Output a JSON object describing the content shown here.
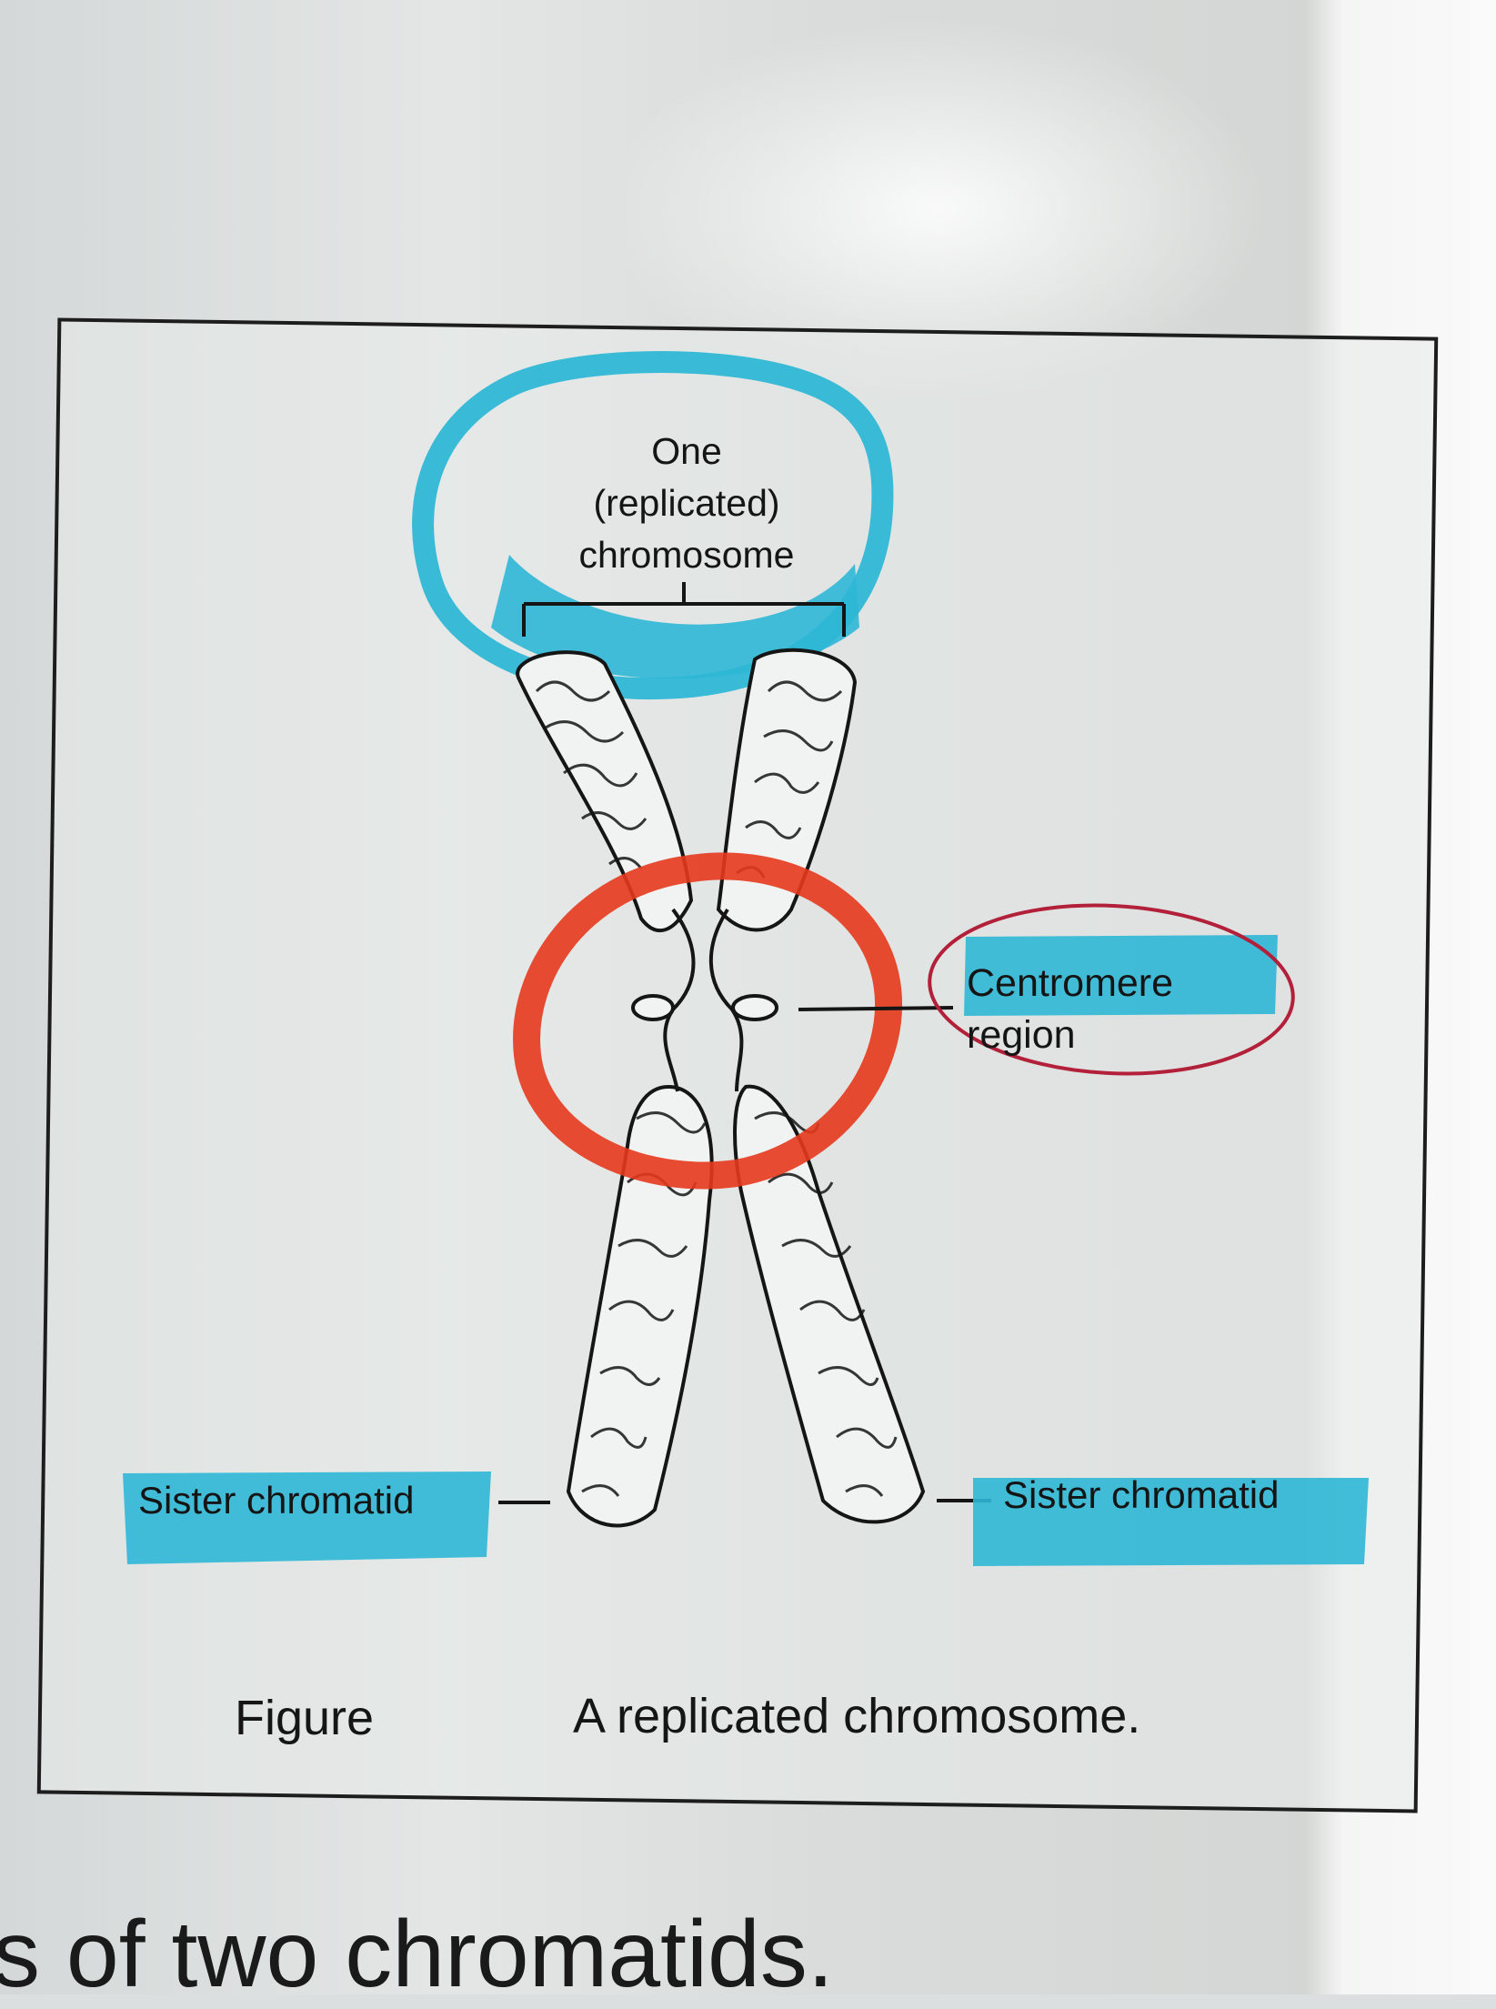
{
  "diagram": {
    "title_lines": [
      "One",
      "(replicated)",
      "chromosome"
    ],
    "centromere_label": [
      "Centromere",
      "region"
    ],
    "sister_left": "Sister chromatid",
    "sister_right": "Sister chromatid",
    "caption_label": "Figure",
    "caption_text": "A replicated chromosome."
  },
  "page_text": "s of two chromatids.",
  "colors": {
    "highlighter_blue": "#2fb7d6",
    "highlighter_red": "#e5391c",
    "pen_red": "#b3203a",
    "ink": "#151515"
  }
}
